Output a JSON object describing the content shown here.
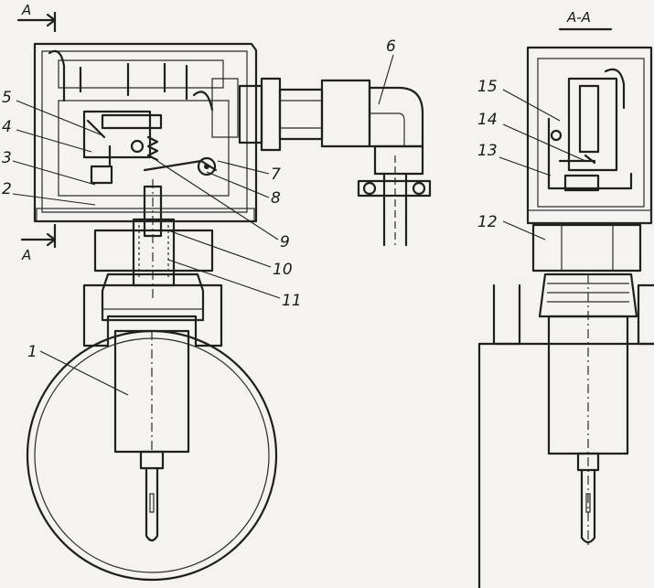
{
  "section_marks": {
    "top": "A",
    "bottom": "A",
    "view_title": "A-A"
  },
  "callouts": [
    "1",
    "2",
    "3",
    "4",
    "5",
    "6",
    "7",
    "8",
    "9",
    "10",
    "11",
    "12",
    "13",
    "14",
    "15"
  ]
}
